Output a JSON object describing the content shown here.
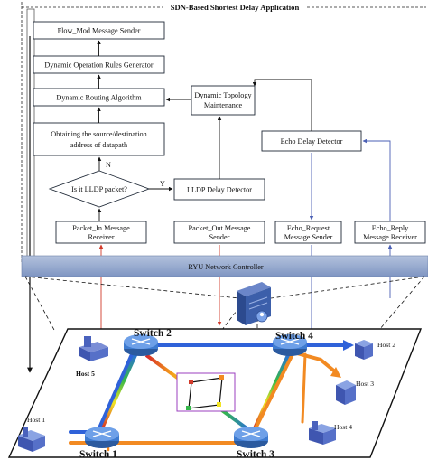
{
  "app_title": "SDN-Based Shortest Delay Application",
  "controller_label": "RYU Network Controller",
  "modules": {
    "flow_mod": "Flow_Mod Message Sender",
    "rules_gen": "Dynamic Operation Rules Generator",
    "routing": "Dynamic Routing Algorithm",
    "obtain_line1": "Obtaining the source/destination",
    "obtain_line2": "address of datapath",
    "decision": "Is it LLDP packet?",
    "no_label": "N",
    "yes_label": "Y",
    "packet_in_line1": "Packet_In Message",
    "packet_in_line2": "Receiver",
    "lldp_detector": "LLDP Delay Detector",
    "packet_out_line1": "Packet_Out Message",
    "packet_out_line2": "Sender",
    "topology_line1": "Dynamic Topology",
    "topology_line2": "Maintenance",
    "echo_detector": "Echo Delay Detector",
    "echo_request_line1": "Echo_Request",
    "echo_request_line2": "Message Sender",
    "echo_reply_line1": "Echo_Reply",
    "echo_reply_line2": "Message Receiver"
  },
  "switches": {
    "s1": "Switch 1",
    "s2": "Switch 2",
    "s3": "Switch 3",
    "s4": "Switch 4"
  },
  "hosts": {
    "h1": "Host 1",
    "h2": "Host 2",
    "h3": "Host 3",
    "h4": "Host 4",
    "h5": "Host 5"
  },
  "colors": {
    "controller_bar": "#8ea2c9",
    "blue_arrow": "#4a5fb4",
    "red_arrow": "#d23a2a",
    "link_blue": "#2f62d9",
    "link_orange": "#f28a22",
    "router_blue": "#3e7bd0"
  },
  "icons": [
    "server-icon",
    "router-icon",
    "building-icon",
    "network-square-icon"
  ]
}
